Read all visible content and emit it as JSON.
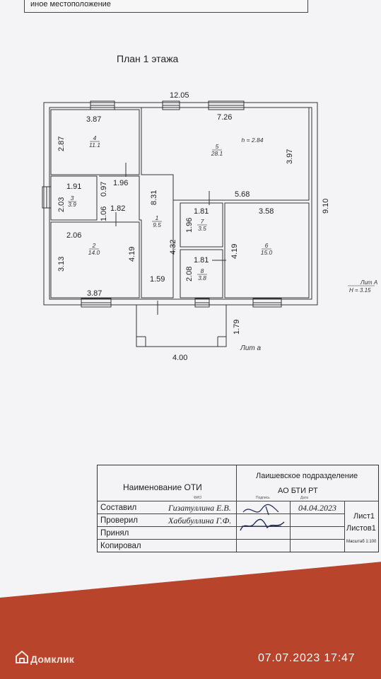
{
  "header": {
    "location_label": "иное местоположение"
  },
  "plan": {
    "title": "План 1 этажа",
    "overall": {
      "width_top": "12.05",
      "height_right": "9.10",
      "bottom_left": "3.87"
    },
    "rooms": [
      {
        "num": "4",
        "area": "11.1",
        "dims": [
          "3.87",
          "2.87"
        ]
      },
      {
        "num": "5",
        "area": "28.1",
        "dims": [
          "7.26",
          "3.97",
          "5.68"
        ],
        "note": "h = 2.84"
      },
      {
        "num": "3",
        "area": "3.9",
        "dims": [
          "1.91",
          "2.03"
        ]
      },
      {
        "num": "2",
        "area": "14.0",
        "dims": [
          "2.06",
          "3.13",
          "4.19"
        ]
      },
      {
        "num": "1",
        "area": "9.5",
        "dims": [
          "8.31",
          "1.59",
          "1.96",
          "0.97",
          "1.06",
          "1.82",
          "4.32"
        ]
      },
      {
        "num": "7",
        "area": "3.5",
        "dims": [
          "1.81",
          "1.96"
        ]
      },
      {
        "num": "8",
        "area": "3.8",
        "dims": [
          "1.81",
          "2.08"
        ]
      },
      {
        "num": "6",
        "area": "15.0",
        "dims": [
          "3.58",
          "4.19"
        ]
      }
    ],
    "porch": {
      "width": "4.00",
      "depth": "1.79",
      "label": "Лит а"
    },
    "lit_main": {
      "label": "Лит А",
      "height": "Н = 3.15"
    }
  },
  "stamp": {
    "name_label": "Наименование ОТИ",
    "division": "Лаишевское подразделение",
    "org": "АО БТИ РТ",
    "header_small": [
      "ФИО",
      "Подпись",
      "Дата"
    ],
    "rows": [
      {
        "role": "Составил",
        "name": "Гизатуллина Е.В.",
        "date": "04.04.2023"
      },
      {
        "role": "Проверил",
        "name": "Хабибуллина Г.Ф.",
        "date": ""
      },
      {
        "role": "Принял",
        "name": "",
        "date": ""
      },
      {
        "role": "Копировал",
        "name": "",
        "date": ""
      }
    ],
    "sheet": "Лист1",
    "sheets": "Листов1",
    "scale": "Масштаб 1:100"
  },
  "watermark": {
    "brand": "Домклик",
    "timestamp": "07.07.2023 17:47"
  }
}
